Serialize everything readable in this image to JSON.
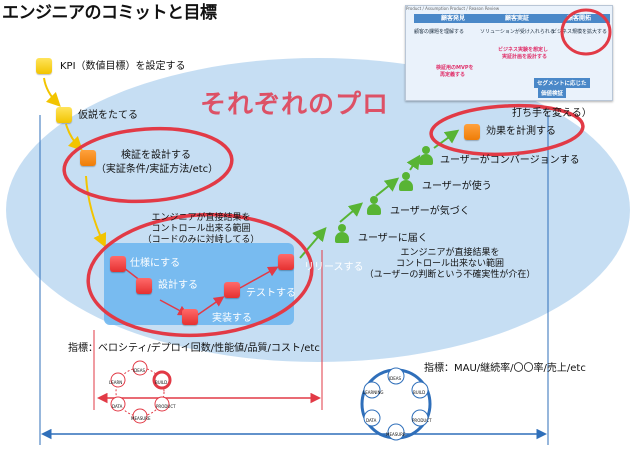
{
  "title": "エンジニアのコミットと目標",
  "watermark": "それぞれのプロ",
  "steps": {
    "kpi": "KPI（数値目標）を設定する",
    "hypothesis": "仮説をたてる",
    "design_validation": "検証を設計する",
    "design_validation_sub": "（実証条件/実証方法/etc）",
    "spec": "仕様にする",
    "design": "設計する",
    "implement": "実装する",
    "test": "テストする",
    "release": "リリースする",
    "measure": "効果を計測する"
  },
  "users": {
    "reach": "ユーザーに届く",
    "notice": "ユーザーが気づく",
    "use": "ユーザーが使う",
    "convert": "ユーザーがコンバージョンする",
    "partial_top": "打ち手を変える）"
  },
  "notes": {
    "controllable": [
      "エンジニアが直接結果を",
      "コントロール出来る範囲",
      "（コードのみに対峙してる）"
    ],
    "uncontrollable": [
      "エンジニアが直接結果を",
      "コントロール出来ない範囲",
      "（ユーザーの判断という不確実性が介在）"
    ]
  },
  "metrics": {
    "engineer": "指標：ベロシティ/デプロイ回数/性能値/品質/コスト/etc",
    "business": "指標：MAU/継続率/〇〇率/売上/etc"
  },
  "cycle_labels": [
    "IDEAS",
    "BUILD",
    "CODE",
    "PRODUCT",
    "MEASURE",
    "DATA",
    "LEARN",
    "LEARNING"
  ],
  "thumbnail": {
    "top_caption": "Product / Assumption    Product / Reason    Review",
    "tabs": [
      "顧客発見",
      "顧客実証",
      "顧客開拓"
    ],
    "lines": [
      "顧客の課題を理解する",
      "ソリューションが受け入れられる",
      "ビジネス規模を拡大する"
    ],
    "bubble1": [
      "ビジネス実験を想定し",
      "実証計画を設計する"
    ],
    "bubble2": [
      "検証用のMVPを",
      "再定義する"
    ],
    "bubble3": [
      "セグメントに応じた",
      "価値検証"
    ]
  },
  "colors": {
    "ellipse_fill": "#b9d7f0",
    "dev_box": "#6fb7ef",
    "annotation_red": "#e23a46",
    "arrow_yellow": "#f2c400",
    "arrow_green": "#58b434",
    "rule_blue": "#2f6fba"
  }
}
